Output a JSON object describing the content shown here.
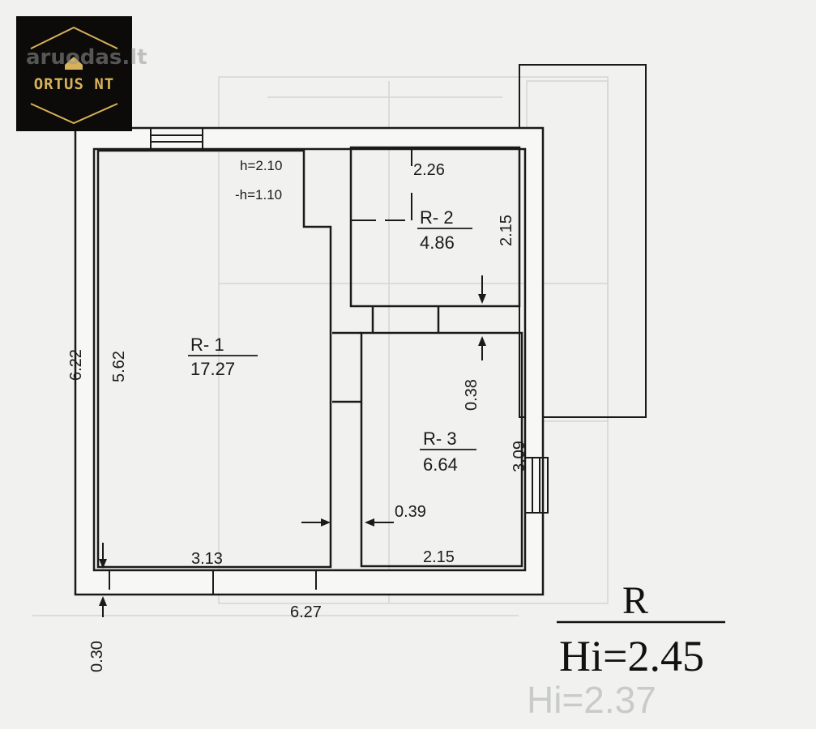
{
  "logo": {
    "brand": "ORTUS NT",
    "icon": "house-roof-icon"
  },
  "watermark": {
    "text": "aruodas.lt"
  },
  "plan": {
    "heights": {
      "h": "h=2.10",
      "minus_h": "-h=1.10"
    },
    "rooms": [
      {
        "id": "R- 1",
        "area": "17.27"
      },
      {
        "id": "R- 2",
        "area": "4.86"
      },
      {
        "id": "R- 3",
        "area": "6.64"
      }
    ],
    "dimensions": {
      "outer_height": "6.22",
      "r1_height": "5.62",
      "r1_width": "3.13",
      "outer_width": "6.27",
      "wall_thickness": "0.30",
      "r2_width": "2.26",
      "r2_height": "2.15",
      "partition": "0.38",
      "r3_height": "3.09",
      "inner_wall": "0.39",
      "r3_width": "2.15"
    },
    "legend": {
      "label": "R",
      "height": "Hi=2.45",
      "ghost_height": "Hi=2.37"
    }
  },
  "colors": {
    "background": "#f1f2ef",
    "ink": "#1a1a1a",
    "logo_bg": "#0c0b09",
    "logo_gold": "#d8b25a"
  }
}
